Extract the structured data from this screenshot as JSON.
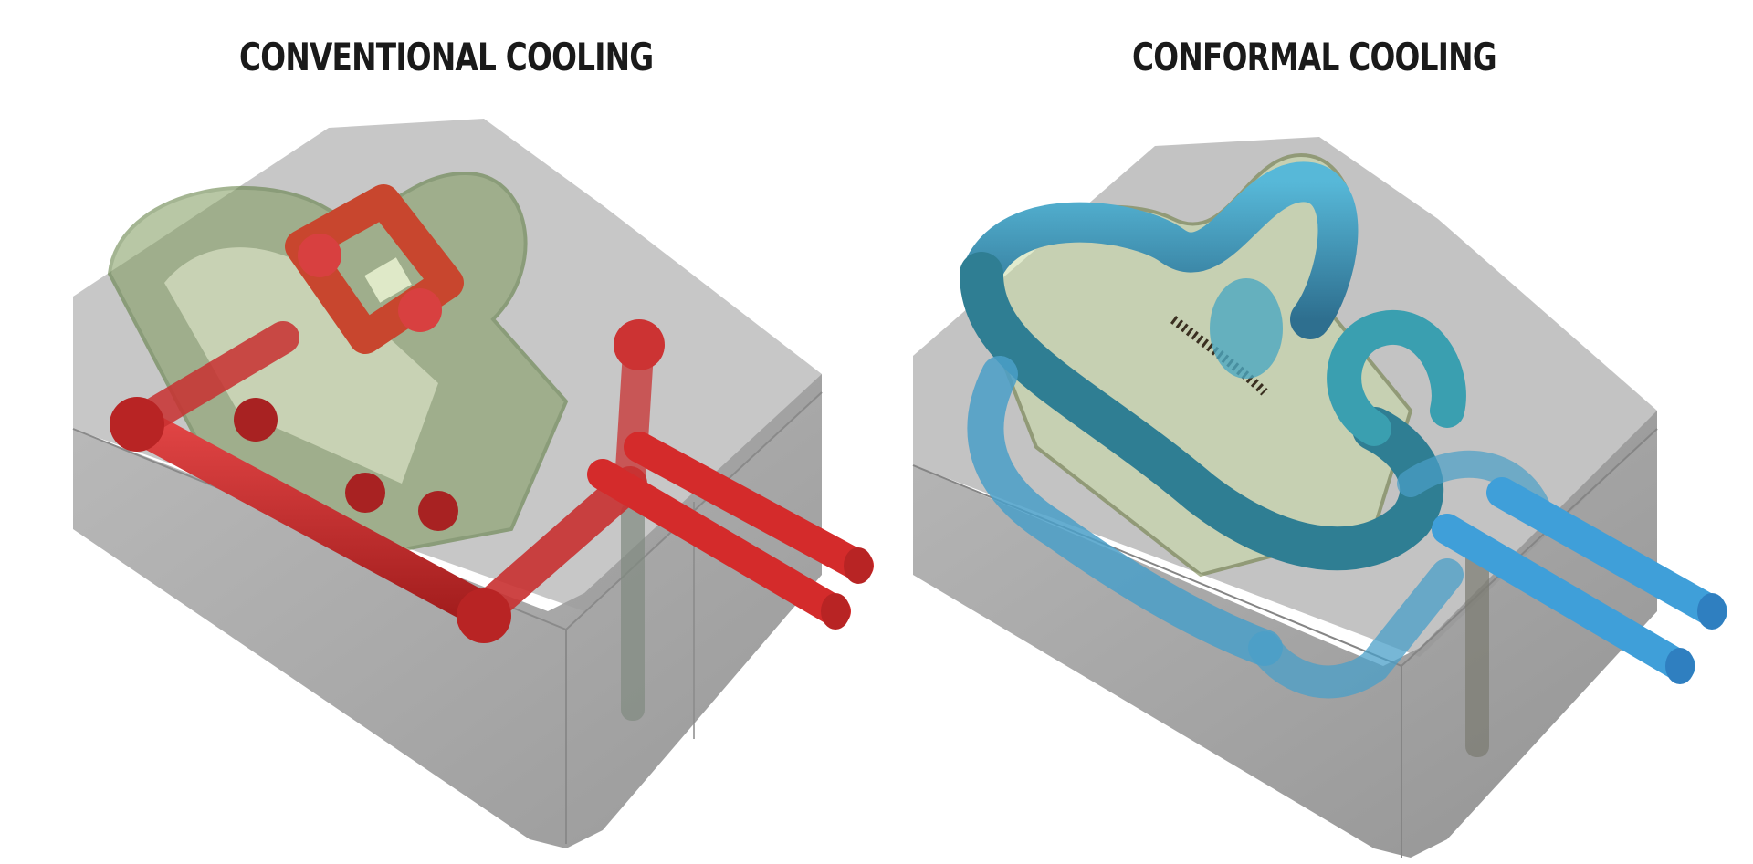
{
  "panels": [
    {
      "id": "conventional",
      "title": "CONVENTIONAL COOLING",
      "channel_color": "#d42b2b",
      "channel_shade": "#a91f1f",
      "insert_color": "#7f9a5c"
    },
    {
      "id": "conformal",
      "title": "CONFORMAL COOLING",
      "channel_color": "#3f9fd9",
      "channel_shade": "#2e6f8f",
      "insert_color": "#4fc0b0"
    }
  ],
  "colors": {
    "background": "#ffffff",
    "mold_block": "#9a9a9a",
    "title_text": "#1a1a1a"
  }
}
